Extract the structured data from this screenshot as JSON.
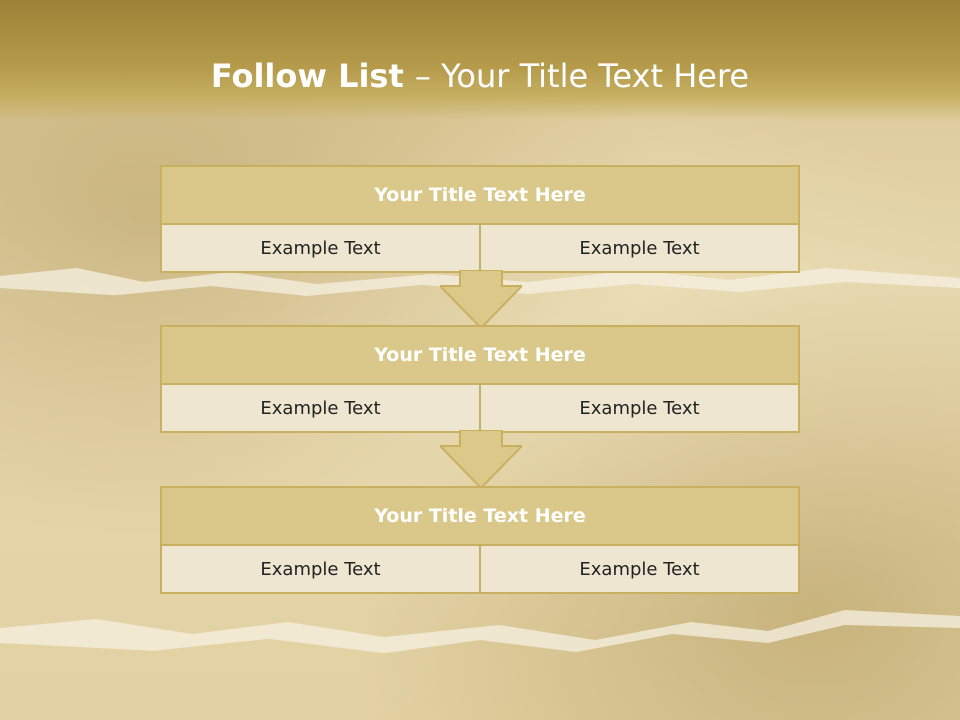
{
  "slide": {
    "title_bold": "Follow List ",
    "title_rest": " – Your Title Text Here"
  },
  "flow": [
    {
      "title": "Your Title Text Here",
      "cells": [
        "Example Text",
        "Example Text"
      ]
    },
    {
      "title": "Your Title Text Here",
      "cells": [
        "Example Text",
        "Example Text"
      ]
    },
    {
      "title": "Your Title Text Here",
      "cells": [
        "Example Text",
        "Example Text"
      ]
    }
  ],
  "colors": {
    "header": "#9b8236",
    "block_title_fill": "#d9c88a",
    "block_border": "#c9b060",
    "cell_fill": "#efe6d1",
    "arrow_fill": "#dcc98a"
  }
}
